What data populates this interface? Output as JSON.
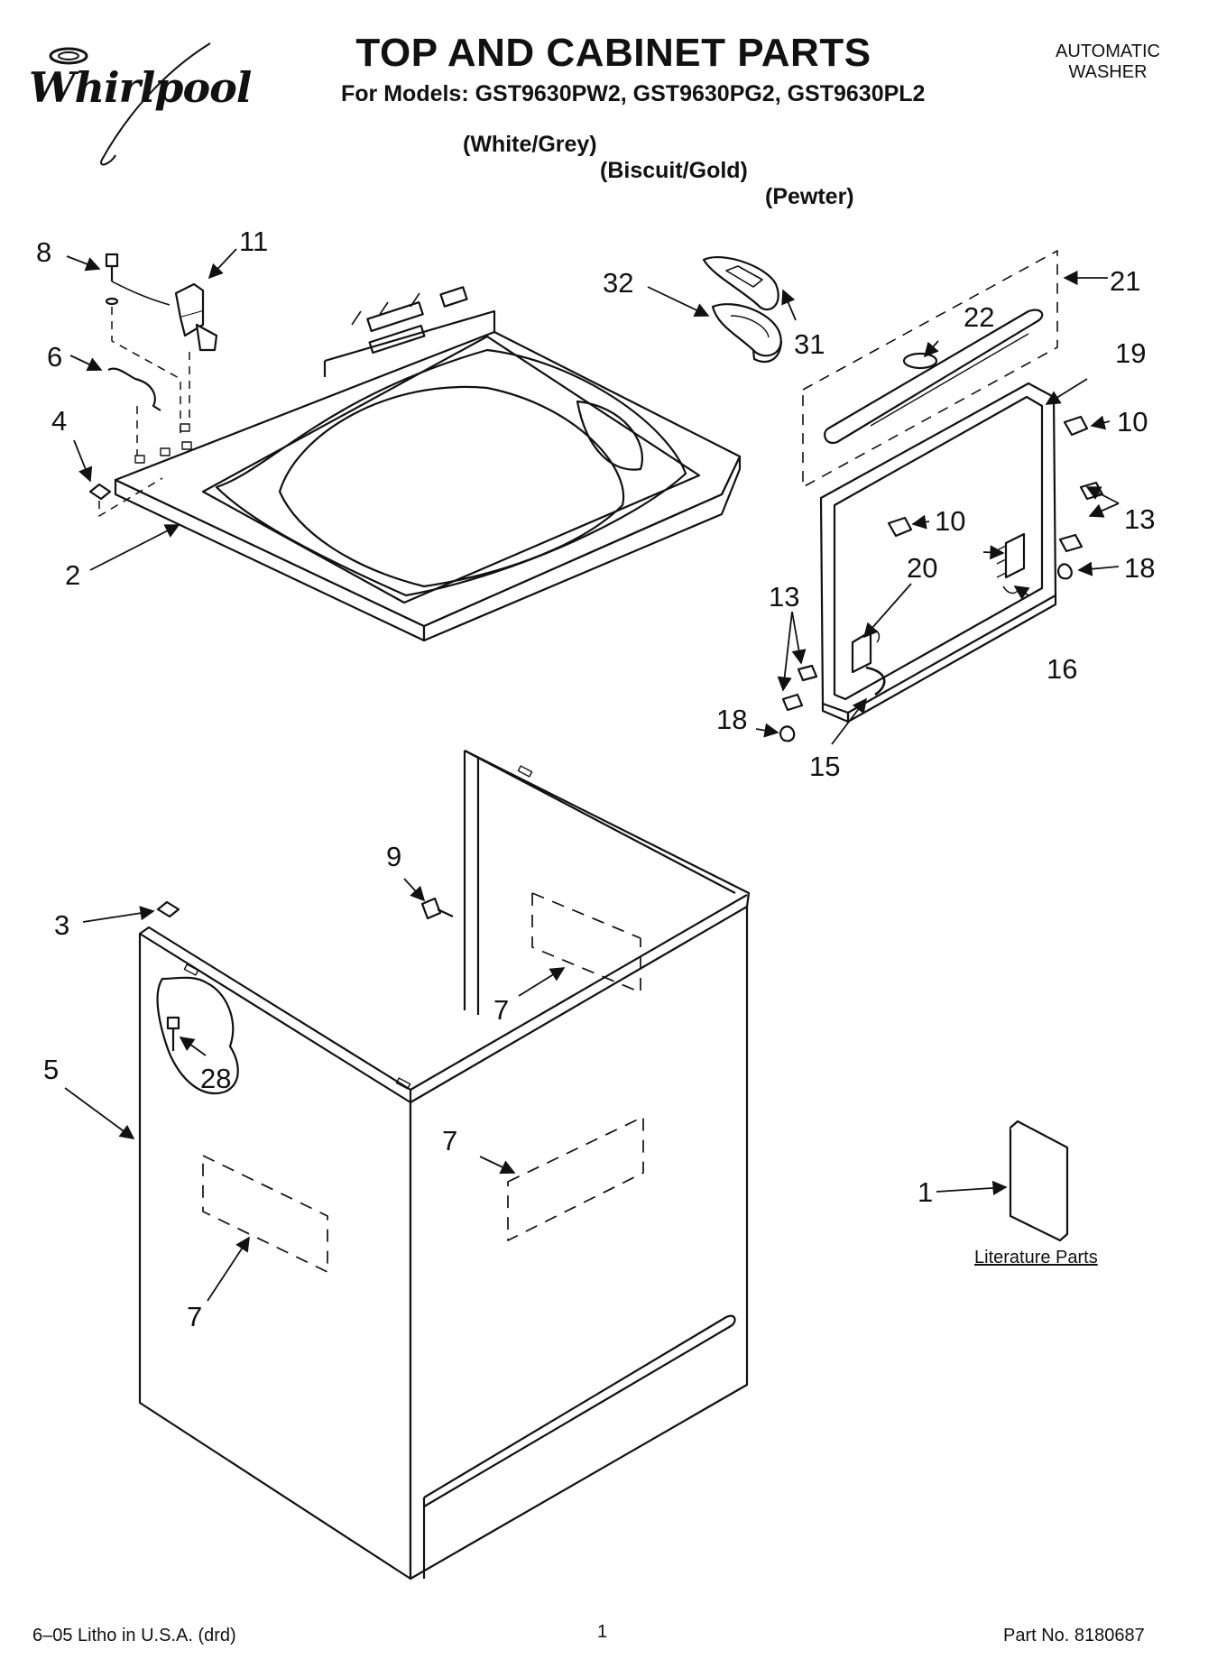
{
  "header": {
    "brand": "Whirlpool",
    "title": "TOP AND CABINET PARTS",
    "models_line": "For Models: GST9630PW2, GST9630PG2, GST9630PL2",
    "colors": [
      "(White/Grey)",
      "(Biscuit/Gold)",
      "(Pewter)"
    ],
    "product_line1": "AUTOMATIC",
    "product_line2": "WASHER"
  },
  "callouts": {
    "c8": "8",
    "c11": "11",
    "c6": "6",
    "c4": "4",
    "c2": "2",
    "c32": "32",
    "c31": "31",
    "c21": "21",
    "c22": "22",
    "c19": "19",
    "c10a": "10",
    "c10b": "10",
    "c13a": "13",
    "c13b": "13",
    "c18a": "18",
    "c18b": "18",
    "c20": "20",
    "c16": "16",
    "c15": "15",
    "c9": "9",
    "c3": "3",
    "c5": "5",
    "c28": "28",
    "c7a": "7",
    "c7b": "7",
    "c7c": "7",
    "c1": "1"
  },
  "literature_label": "Literature Parts",
  "footer": {
    "litho": "6–05 Litho in U.S.A. (drd)",
    "page": "1",
    "part_no": "Part No. 8180687"
  }
}
